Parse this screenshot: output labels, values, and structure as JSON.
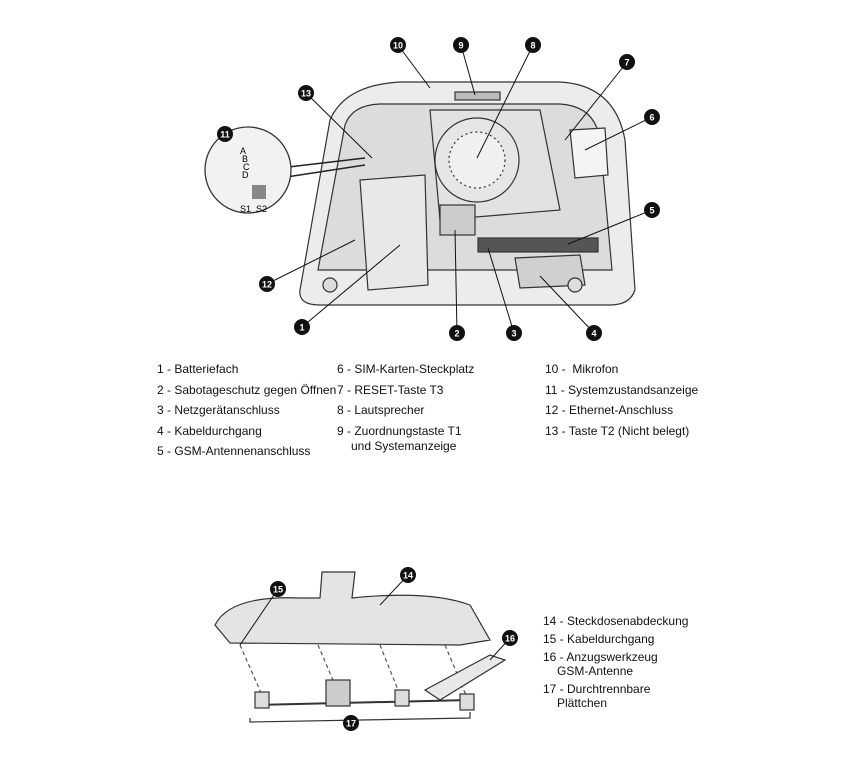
{
  "legend_top": {
    "col1": [
      "1 - Batteriefach",
      "2 - Sabotageschutz gegen Öffnen",
      "3 - Netzgerätanschluss",
      "4 - Kabeldurchgang",
      "5 - GSM-Antennenanschluss"
    ],
    "col2": [
      "6 - SIM-Karten-Steckplatz",
      "7 - RESET-Taste T3",
      "8 - Lautsprecher",
      "9 - Zuordnungstaste T1",
      "und Systemanzeige"
    ],
    "col3": [
      "10 -  Mikrofon",
      "11 - Systemzustandsanzeige",
      "12 - Ethernet-Anschluss",
      "13 - Taste T2 (Nicht belegt)"
    ]
  },
  "legend_bottom": [
    "14 - Steckdosenabdeckung",
    "15 - Kabeldurchgang",
    "16 - Anzugswerkzeug",
    "GSM-Antenne",
    "17 - Durchtrennbare",
    "Plättchen"
  ],
  "callouts": [
    "10",
    "9",
    "8",
    "7",
    "6",
    "5",
    "4",
    "3",
    "2",
    "1",
    "12",
    "13",
    "11",
    "15",
    "14",
    "16",
    "17"
  ],
  "inset_labels": {
    "a": "A",
    "b": "B",
    "c": "C",
    "d": "D",
    "s1": "S1",
    "s2": "S2"
  }
}
